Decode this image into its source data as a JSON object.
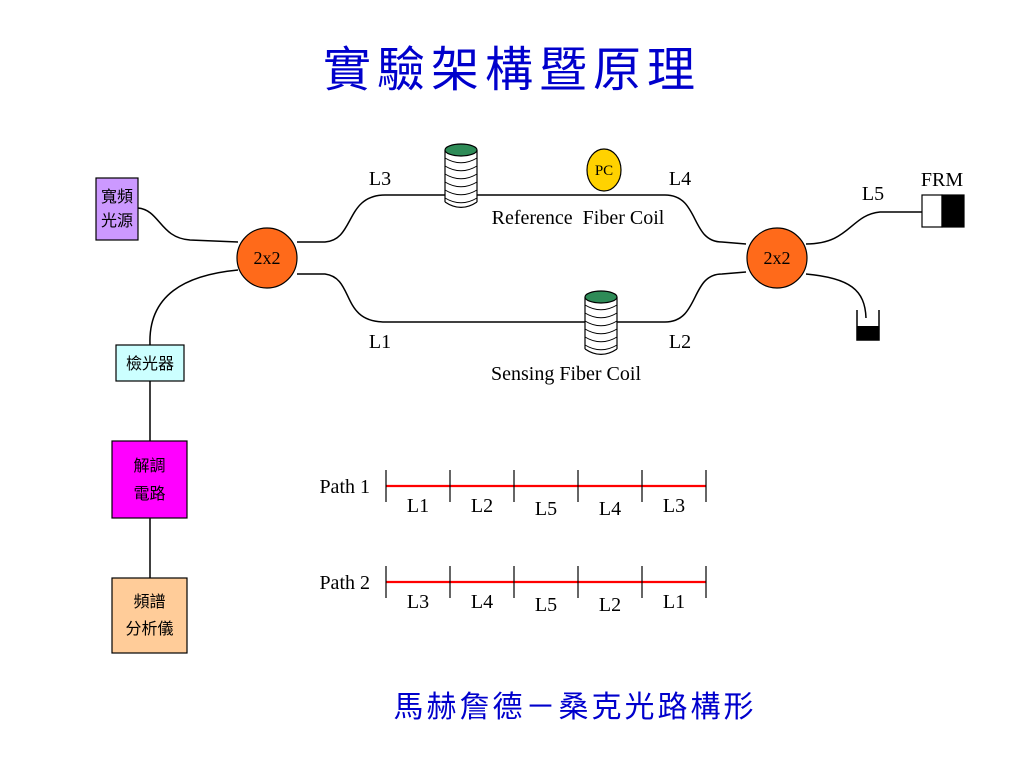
{
  "title": "實驗架構暨原理",
  "subtitle": "馬赫詹德－桑克光路構形",
  "colors": {
    "title": "#0000cc",
    "coupler": "#ff6a1a",
    "source_box": "#cc99ff",
    "detector_box": "#ccffff",
    "demod_box": "#ff00ff",
    "analyzer_box": "#ffcc99",
    "coil_top": "#2e8b57",
    "pc": "#ffd200",
    "path_line": "#ff0000"
  },
  "components": {
    "source": [
      "寬頻",
      "光源"
    ],
    "detector": "檢光器",
    "demod": [
      "解調",
      "電路"
    ],
    "analyzer": [
      "頻譜",
      "分析儀"
    ],
    "coupler_left": "2x2",
    "coupler_right": "2x2",
    "pc": "PC",
    "frm": "FRM"
  },
  "fiber_labels": {
    "l1": "L1",
    "l2": "L2",
    "l3": "L3",
    "l4": "L4",
    "l5": "L5",
    "reference_coil": "Reference  Fiber Coil",
    "sensing_coil": "Sensing Fiber Coil"
  },
  "paths": [
    {
      "name": "Path 1",
      "segments": [
        "L1",
        "L2",
        "L5",
        "L4",
        "L3"
      ]
    },
    {
      "name": "Path 2",
      "segments": [
        "L3",
        "L4",
        "L5",
        "L2",
        "L1"
      ]
    }
  ]
}
